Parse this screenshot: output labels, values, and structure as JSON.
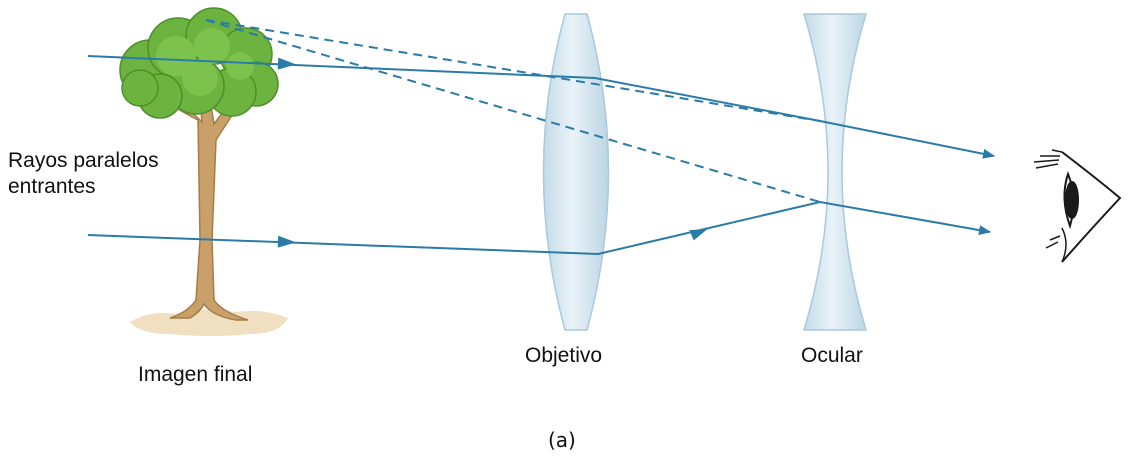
{
  "labels": {
    "incoming_rays": "Rayos paralelos entrantes",
    "final_image": "Imagen final",
    "objective": "Objetivo",
    "eyepiece": "Ocular",
    "caption": "(a)"
  },
  "colors": {
    "ray": "#2a7ba8",
    "lens_fill": "#d4e6f0",
    "lens_stroke": "#a9c9dc",
    "foliage": "#6cb33f",
    "foliage_dark": "#4e8f2a",
    "trunk": "#c9a06a",
    "ground": "#f0dfc0",
    "eye": "#1a1a1a"
  },
  "icons": {
    "tree": "tree-icon",
    "eye": "eye-icon"
  }
}
